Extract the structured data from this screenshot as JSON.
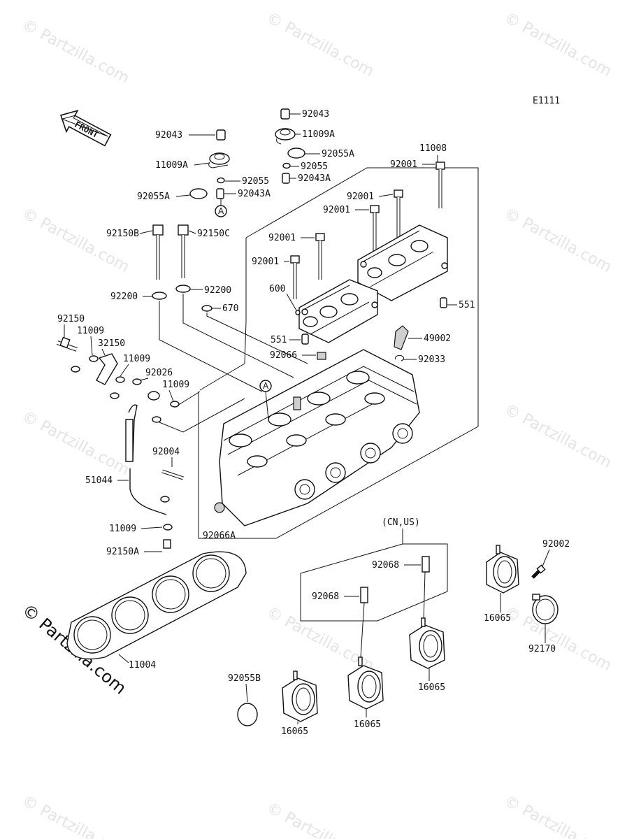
{
  "diagram_code": "E1111",
  "front_label": "FRONT",
  "region_note": "(CN,US)",
  "callouts": [
    "A",
    "A"
  ],
  "watermark": "© Partzilla.com",
  "labels": {
    "p92043_a": "92043",
    "p11009A_a": "11009A",
    "p92055_a": "92055",
    "p92055A_a": "92055A",
    "p92043A_a": "92043A",
    "p92043_b": "92043",
    "p11009A_b": "11009A",
    "p92055A_b": "92055A",
    "p92055_b": "92055",
    "p92043A_b": "92043A",
    "p11008": "11008",
    "p92001_a": "92001",
    "p92001_b": "92001",
    "p92001_c": "92001",
    "p92001_d": "92001",
    "p92001_e": "92001",
    "p92150B": "92150B",
    "p92150C": "92150C",
    "p600": "600",
    "p92200_a": "92200",
    "p92200_b": "92200",
    "p670": "670",
    "p551_a": "551",
    "p551_b": "551",
    "p49002": "49002",
    "p92150": "92150",
    "p11009_a": "11009",
    "p32150": "32150",
    "p11009_b": "11009",
    "p92026": "92026",
    "p11009_c": "11009",
    "p92066": "92066",
    "p92033": "92033",
    "p92004": "92004",
    "p51044": "51044",
    "p11009_d": "11009",
    "p92150A": "92150A",
    "p92066A": "92066A",
    "p11004": "11004",
    "p92068_a": "92068",
    "p92068_b": "92068",
    "p92002": "92002",
    "p16065_a": "16065",
    "p16065_b": "16065",
    "p16065_c": "16065",
    "p16065_d": "16065",
    "p92170": "92170",
    "p92055B": "92055B"
  }
}
